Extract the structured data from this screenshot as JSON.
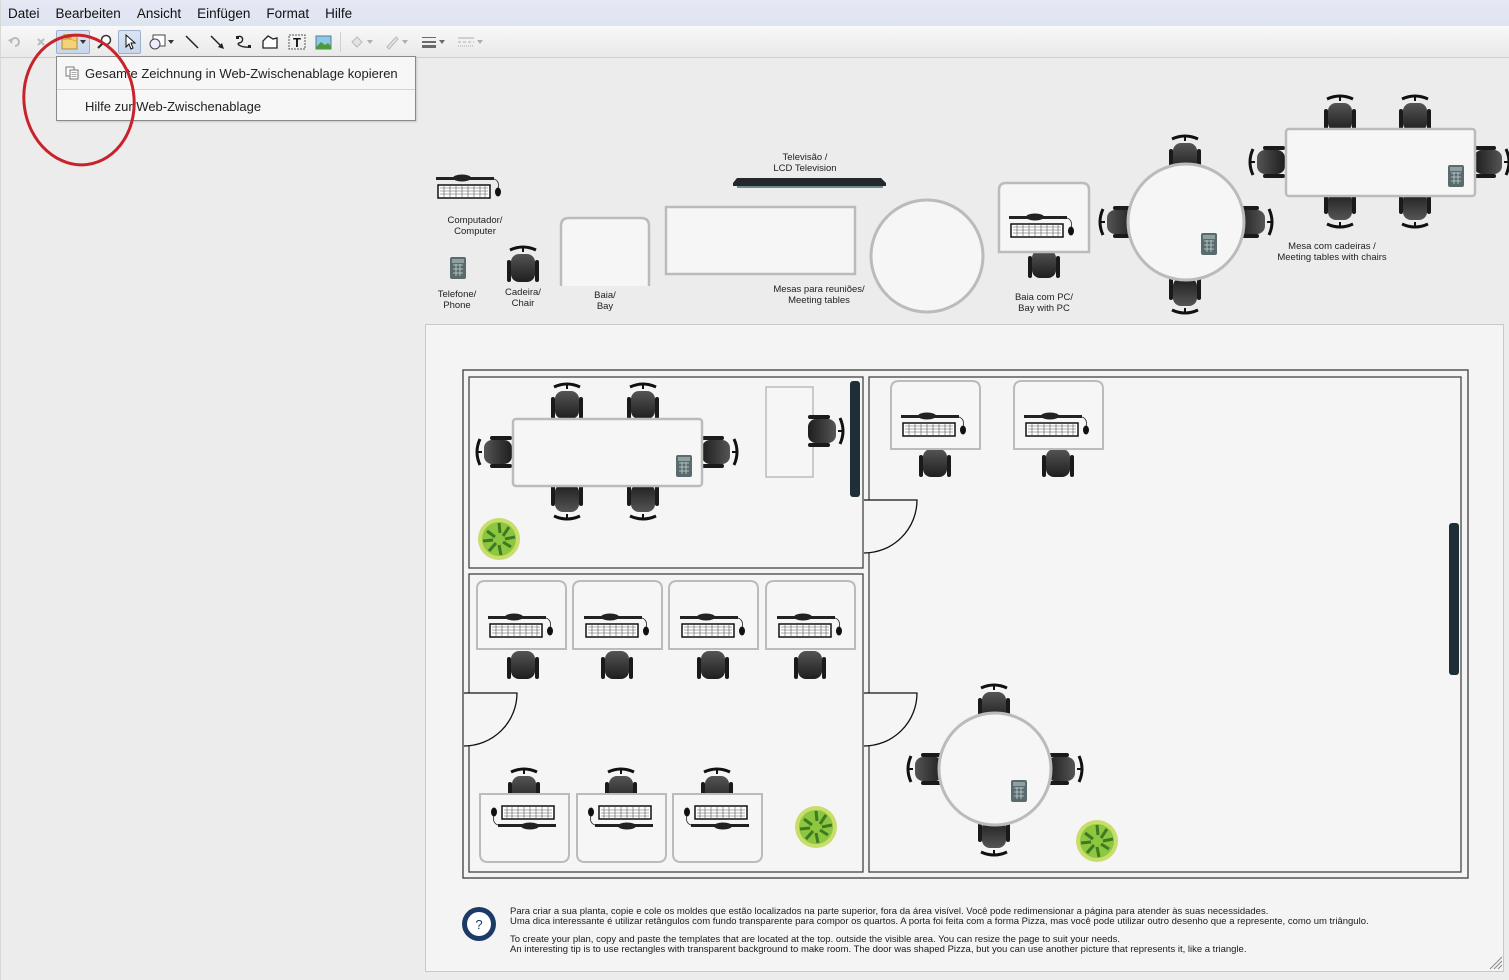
{
  "menubar": {
    "items": [
      "Datei",
      "Bearbeiten",
      "Ansicht",
      "Einfügen",
      "Format",
      "Hilfe"
    ]
  },
  "toolbar": {
    "tools": [
      {
        "name": "undo-button",
        "icon": "undo-icon",
        "enabled": false
      },
      {
        "name": "redo-button",
        "icon": "redo-icon",
        "enabled": false
      },
      {
        "name": "web-clipboard-button",
        "icon": "web-clipboard-icon",
        "enabled": true,
        "active": true,
        "dropdown": true
      },
      {
        "name": "zoom-button",
        "icon": "magnifier-icon",
        "enabled": true
      },
      {
        "name": "select-button",
        "icon": "pointer-icon",
        "enabled": true,
        "active": true
      },
      {
        "name": "shape-button",
        "icon": "shape-icon",
        "enabled": true,
        "dropdown": true
      },
      {
        "name": "line-button",
        "icon": "line-icon",
        "enabled": true
      },
      {
        "name": "arrow-button",
        "icon": "arrow-icon",
        "enabled": true
      },
      {
        "name": "connector-button",
        "icon": "connector-icon",
        "enabled": true
      },
      {
        "name": "polygon-button",
        "icon": "polygon-icon",
        "enabled": true
      },
      {
        "name": "text-button",
        "icon": "text-box-icon",
        "enabled": true
      },
      {
        "name": "image-button",
        "icon": "image-icon",
        "enabled": true
      },
      {
        "name": "fill-color-button",
        "icon": "fill-bucket-icon",
        "enabled": false,
        "dropdown": true
      },
      {
        "name": "line-color-button",
        "icon": "pen-icon",
        "enabled": false,
        "dropdown": true
      },
      {
        "name": "line-width-button",
        "icon": "line-width-icon",
        "enabled": false,
        "dropdown": true
      },
      {
        "name": "line-style-button",
        "icon": "line-style-icon",
        "enabled": false,
        "dropdown": true
      }
    ]
  },
  "dropdown": {
    "items": [
      {
        "label": "Gesamte Zeichnung in Web-Zwischenablage kopieren",
        "icon": "copy-icon"
      },
      {
        "label": "Hilfe zur Web-Zwischenablage",
        "icon": ""
      }
    ]
  },
  "stencils": {
    "computer": [
      "Computador/",
      "Computer"
    ],
    "phone": [
      "Telefone/",
      "Phone"
    ],
    "chair": [
      "Cadeira/",
      "Chair"
    ],
    "bay": [
      "Baia/",
      "Bay"
    ],
    "tv": [
      "Televisão /",
      "LCD Television"
    ],
    "meeting_tables": [
      "Mesas para reuniões/",
      "Meeting tables"
    ],
    "bay_pc": [
      "Baia com PC/",
      "Bay with PC"
    ],
    "table_chairs": [
      "Mesa com cadeiras /",
      "Meeting tables with chairs"
    ]
  },
  "help": {
    "pt": [
      "Para criar a sua planta, copie e cole os moldes que estão localizados na parte superior, fora da área visível. Você pode redimensionar a página para atender às suas necessidades.",
      "Uma dica interessante é utilizar retângulos com fundo transparente para compor os quartos. A porta foi feita com a forma Pizza, mas você pode utilizar outro desenho que a represente, como um triângulo."
    ],
    "en": [
      "To create your plan, copy and paste the templates that are located at the top. outside the visible area. You can resize the page to suit your needs.",
      "An interesting tip is to use rectangles with transparent background to make room. The door was shaped Pizza, but you can use another picture that represents it, like a triangle."
    ],
    "icon": "question-icon"
  },
  "colors": {
    "annotation_circle": "#c8232c",
    "help_icon": "#1b3a66",
    "plant": "#8dc63f",
    "tv": "#1f2f38"
  }
}
